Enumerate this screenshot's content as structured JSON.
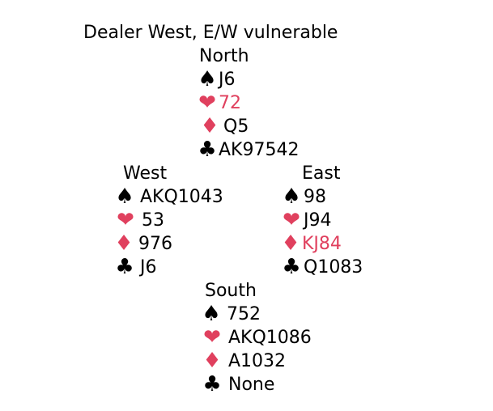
{
  "deal": {
    "title": "Dealer West, E/W vulnerable"
  },
  "colors": {
    "red_suit": "#e0405e",
    "black_suit": "#000000"
  },
  "hands": {
    "north": {
      "name": "North",
      "spades": "J6",
      "hearts": "72",
      "diamonds": "Q5",
      "clubs": "AK97542"
    },
    "west": {
      "name": "West",
      "spades": "AKQ1043",
      "hearts": "53",
      "diamonds": "976",
      "clubs": "J6"
    },
    "east": {
      "name": "East",
      "spades": "98",
      "hearts": "J94",
      "diamonds": "KJ84",
      "clubs": "Q1083"
    },
    "south": {
      "name": "South",
      "spades": "752",
      "hearts": "AKQ1086",
      "diamonds": "A1032",
      "clubs": "None"
    }
  },
  "suit_symbols": {
    "spade": "♠",
    "heart": "❤",
    "diamond": "♦",
    "club": "♣"
  }
}
